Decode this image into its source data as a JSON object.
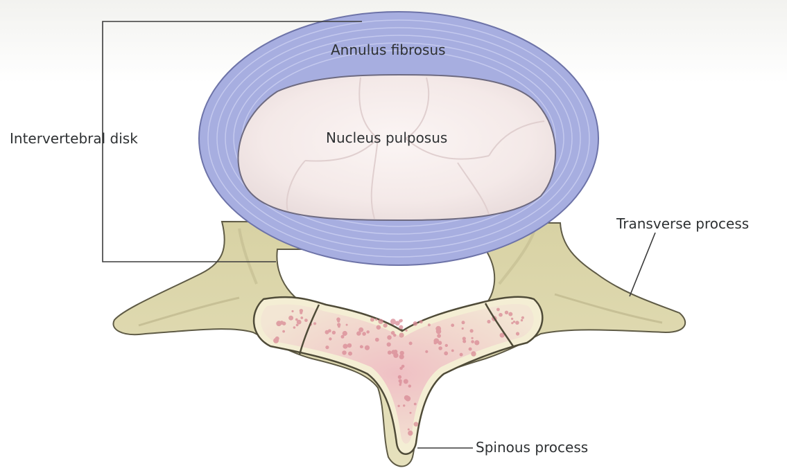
{
  "labels": {
    "annulus_fibrosus": "Annulus fibrosus",
    "nucleus_pulposus": "Nucleus pulposus",
    "intervertebral_disk": "Intervertebral disk",
    "transverse_process": "Transverse process",
    "spinous_process": "Spinous process"
  },
  "colors": {
    "annulus": "#a7aee0",
    "annulus_ring_lines": "#c4c9ee",
    "nucleus": "#f6ecec",
    "bone": "#e0dbb2",
    "bone_outline": "#5e5a45",
    "marrow": "#e5a5ad",
    "leader_line": "#3a3a3a",
    "label_text": "#2e3133"
  }
}
